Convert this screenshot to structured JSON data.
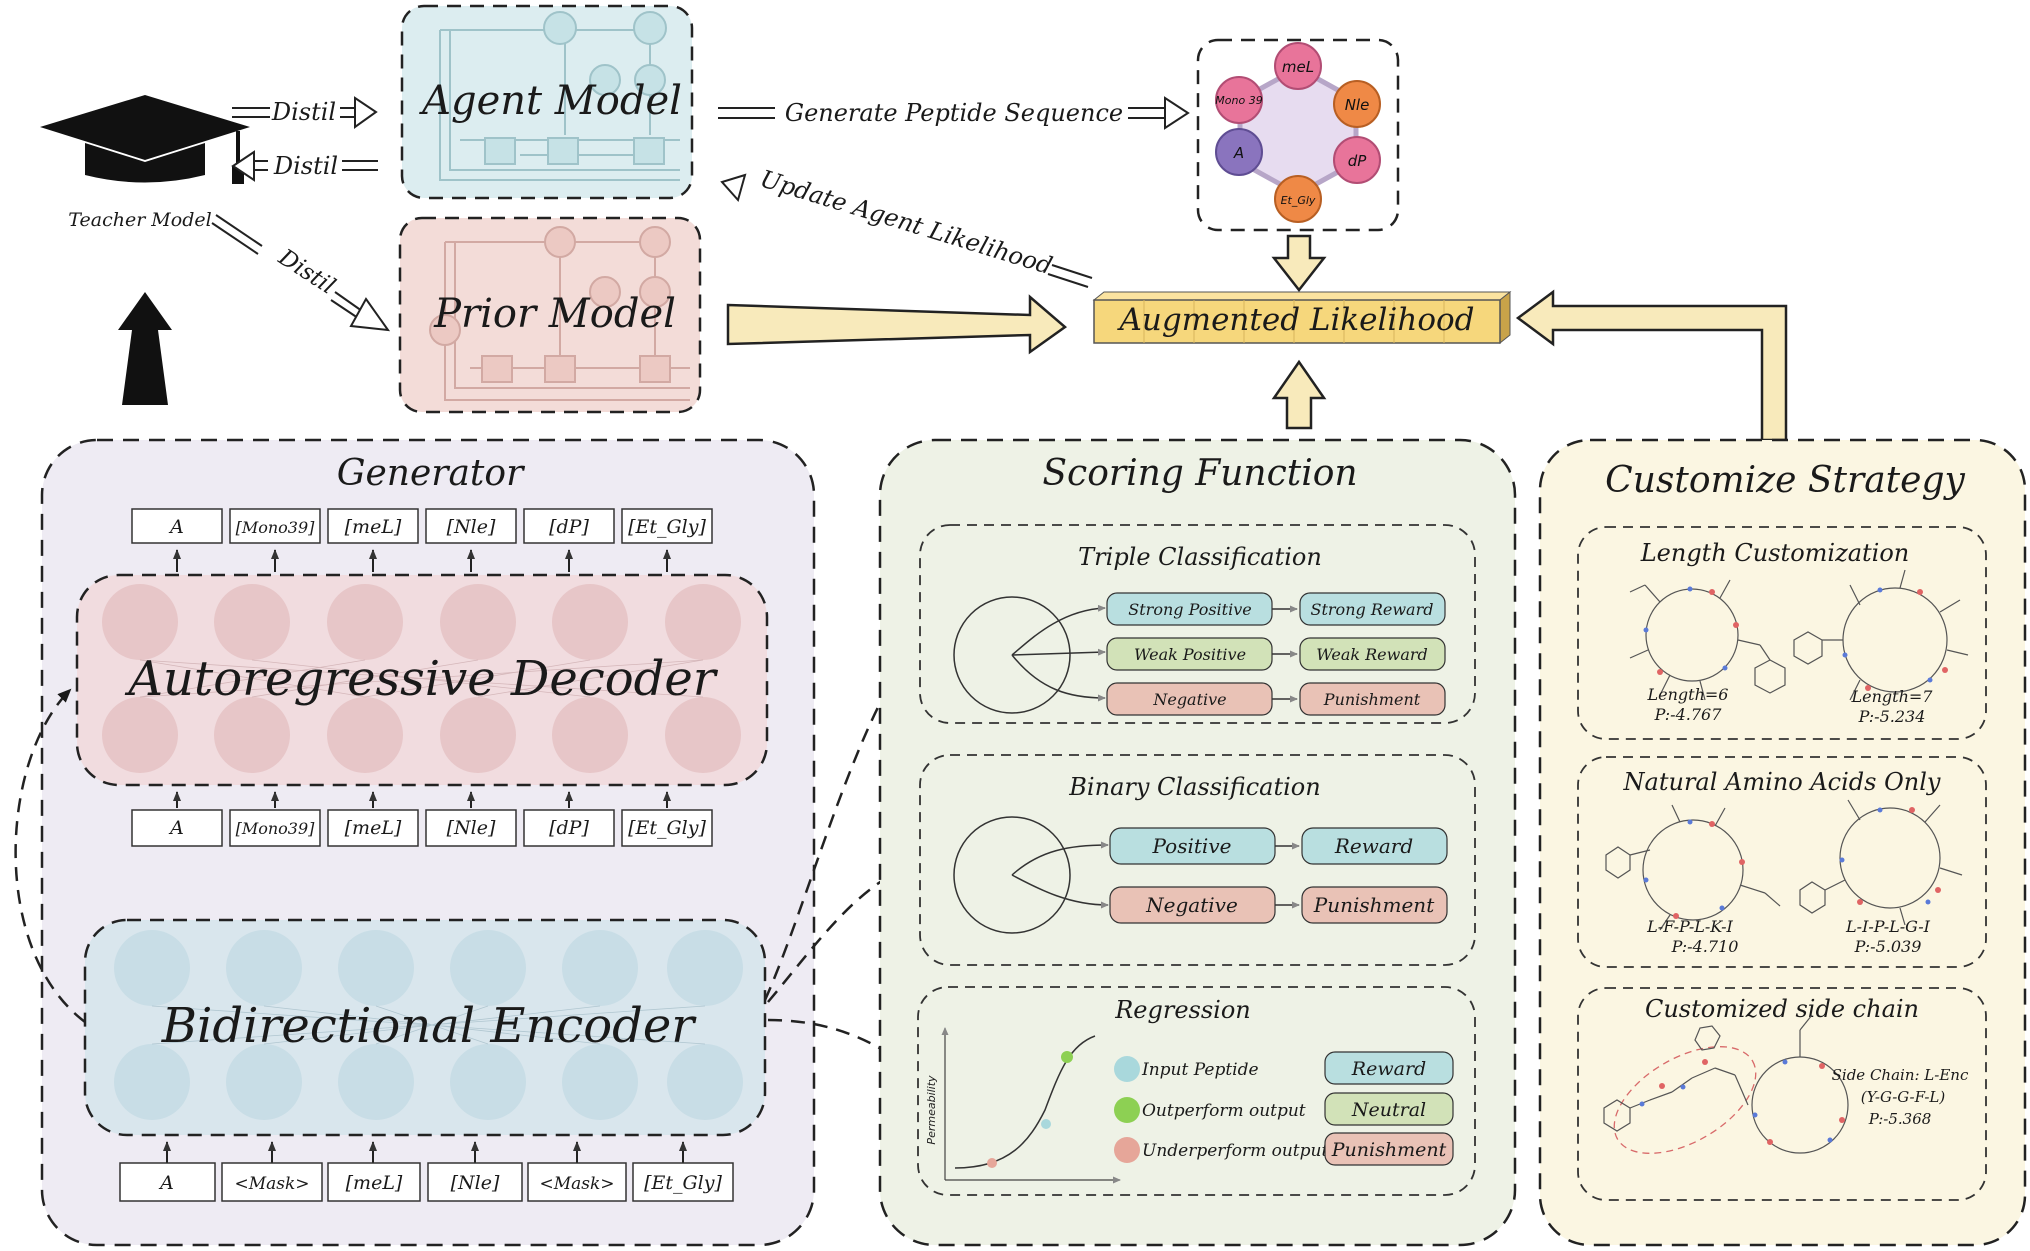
{
  "top": {
    "agent_model": "Agent Model",
    "prior_model": "Prior Model",
    "teacher_model": "Teacher Model",
    "distil": "Distil",
    "generate": "Generate Peptide Sequence",
    "update": "Update Agent Likelihood",
    "augmented": "Augmented Likelihood",
    "peptide_nodes": [
      "meL",
      "Nle",
      "dP",
      "Et_Gly",
      "A",
      "Mono 39"
    ]
  },
  "generator": {
    "title": "Generator",
    "decoder": "Autoregressive Decoder",
    "encoder": "Bidirectional Encoder",
    "decoder_out": [
      "A",
      "[Mono39]",
      "[meL]",
      "[Nle]",
      "[dP]",
      "[Et_Gly]"
    ],
    "decoder_in": [
      "A",
      "[Mono39]",
      "[meL]",
      "[Nle]",
      "[dP]",
      "[Et_Gly]"
    ],
    "encoder_in": [
      "A",
      "<Mask>",
      "[meL]",
      "[Nle]",
      "<Mask>",
      "[Et_Gly]"
    ]
  },
  "scoring": {
    "title": "Scoring Function",
    "triple": {
      "title": "Triple Classification",
      "left": [
        "Strong Positive",
        "Weak Positive",
        "Negative"
      ],
      "right": [
        "Strong Reward",
        "Weak Reward",
        "Punishment"
      ]
    },
    "binary": {
      "title": "Binary Classification",
      "left": [
        "Positive",
        "Negative"
      ],
      "right": [
        "Reward",
        "Punishment"
      ]
    },
    "regression": {
      "title": "Regression",
      "ylabel": "Permeability",
      "legend": [
        "Input Peptide",
        "Outperform output",
        "Underperform output"
      ],
      "outcomes": [
        "Reward",
        "Neutral",
        "Punishment"
      ]
    }
  },
  "strategy": {
    "title": "Customize Strategy",
    "length": {
      "title": "Length Customization",
      "a_len": "Length=6",
      "a_p": "P:-4.767",
      "b_len": "Length=7",
      "b_p": "P:-5.234"
    },
    "natural": {
      "title": "Natural Amino Acids Only",
      "a_seq": "L-F-P-L-K-I",
      "a_p": "P:-4.710",
      "b_seq": "L-I-P-L-G-I",
      "b_p": "P:-5.039"
    },
    "side": {
      "title": "Customized side chain",
      "l1": "Side Chain: L-Enc",
      "l2": "(Y-G-G-F-L)",
      "l3": "P:-5.368"
    }
  },
  "colors": {
    "agent_bg": "#dcedf0",
    "prior_bg": "#f3dcd8",
    "generator_bg": "#eeebf3",
    "scoring_bg": "#eef2e6",
    "strategy_bg": "#fbf6e2",
    "decoder_node": "#e7c6c8",
    "encoder_node": "#c8dde6",
    "teal": "#b9dfe0",
    "green": "#d2e2b8",
    "salmon": "#e9c2b6",
    "yellow_arrow": "#f8eabb"
  }
}
